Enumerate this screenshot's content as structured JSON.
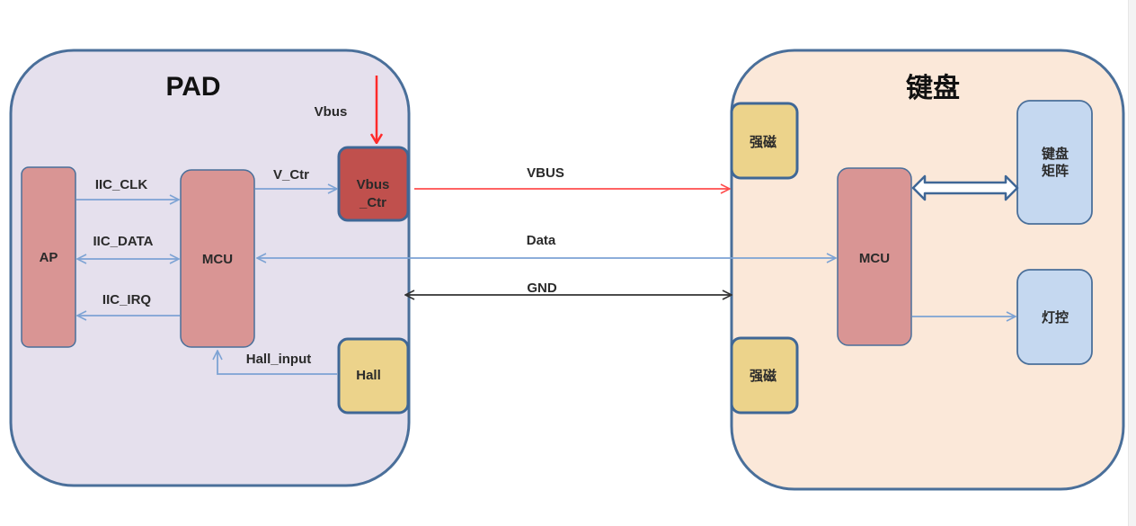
{
  "colors": {
    "pad_fill": "#e5e0ed",
    "pad_border": "#4a6f9a",
    "keyboard_fill": "#fbe8d9",
    "block_red": "#d99594",
    "block_red_dark": "#c0504d",
    "block_yellow": "#ecd38b",
    "block_blue": "#c5d8f0",
    "signal_blue": "#7da3d4",
    "vbus_red": "#ff3333",
    "gnd_black": "#333333"
  },
  "pad": {
    "title": "PAD",
    "vbus_input_label": "Vbus",
    "blocks": {
      "ap": "AP",
      "mcu": "MCU",
      "vbus_ctr_line1": "Vbus",
      "vbus_ctr_line2": "_Ctr",
      "hall": "Hall"
    },
    "signals": {
      "iic_clk": "IIC_CLK",
      "iic_data": "IIC_DATA",
      "iic_irq": "IIC_IRQ",
      "v_ctr": "V_Ctr",
      "hall_input": "Hall_input"
    }
  },
  "links": {
    "vbus": "VBUS",
    "data": "Data",
    "gnd": "GND"
  },
  "keyboard": {
    "title": "键盘",
    "blocks": {
      "magnet_top": "强磁",
      "magnet_bottom": "强磁",
      "mcu": "MCU",
      "matrix_line1": "键盘",
      "matrix_line2": "矩阵",
      "light_ctrl": "灯控"
    }
  }
}
